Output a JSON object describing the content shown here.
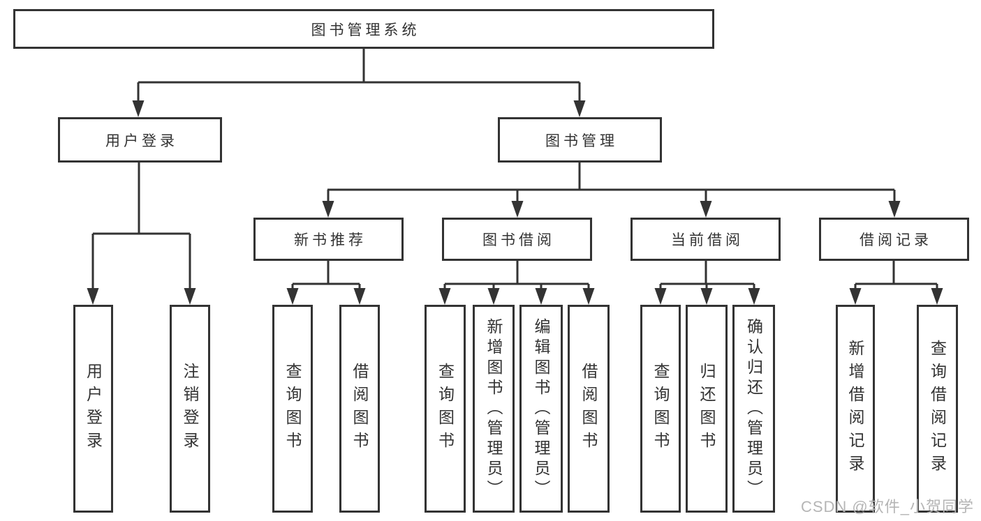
{
  "diagram": {
    "type": "hierarchy-tree",
    "nodes": {
      "root": {
        "label": "图书管理系统"
      },
      "level2": [
        {
          "id": "user-login",
          "label": "用户登录",
          "parent": "图书管理系统"
        },
        {
          "id": "book-management",
          "label": "图书管理",
          "parent": "图书管理系统"
        }
      ],
      "level3": [
        {
          "id": "new-book-recommend",
          "label": "新书推荐",
          "parent": "图书管理"
        },
        {
          "id": "book-borrow",
          "label": "图书借阅",
          "parent": "图书管理"
        },
        {
          "id": "current-borrow",
          "label": "当前借阅",
          "parent": "图书管理"
        },
        {
          "id": "borrow-record",
          "label": "借阅记录",
          "parent": "图书管理"
        }
      ],
      "leaves": [
        {
          "label": "用户登录",
          "parent": "用户登录"
        },
        {
          "label": "注销登录",
          "parent": "用户登录"
        },
        {
          "label": "查询图书",
          "parent": "新书推荐"
        },
        {
          "label": "借阅图书",
          "parent": "新书推荐"
        },
        {
          "label": "查询图书",
          "parent": "图书借阅"
        },
        {
          "label": "新增图书（管理员）",
          "parent": "图书借阅"
        },
        {
          "label": "编辑图书（管理员）",
          "parent": "图书借阅"
        },
        {
          "label": "借阅图书",
          "parent": "图书借阅"
        },
        {
          "label": "查询图书",
          "parent": "当前借阅"
        },
        {
          "label": "归还图书",
          "parent": "当前借阅"
        },
        {
          "label": "确认归还（管理员）",
          "parent": "当前借阅"
        },
        {
          "label": "新增借阅记录",
          "parent": "借阅记录"
        },
        {
          "label": "查询借阅记录",
          "parent": "借阅记录"
        }
      ]
    },
    "colors": {
      "line": "#333333",
      "text": "#333333",
      "box_background": "#ffffff",
      "page_background": "#ffffff",
      "watermark": "#b5b5b5"
    }
  },
  "watermark": {
    "text": "CSDN @软件_小贺同学"
  }
}
